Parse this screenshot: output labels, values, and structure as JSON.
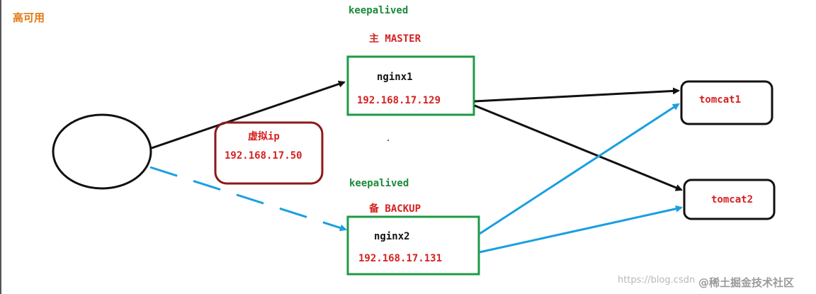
{
  "title": "高可用",
  "master": {
    "keepalived_label": "keepalived",
    "role_label": "主 MASTER",
    "name": "nginx1",
    "ip": "192.168.17.129"
  },
  "backup": {
    "keepalived_label": "keepalived",
    "role_label": "备 BACKUP",
    "name": "nginx2",
    "ip": "192.168.17.131"
  },
  "virtual_ip": {
    "label": "虚拟ip",
    "ip": "192.168.17.50"
  },
  "servers": [
    {
      "name": "tomcat1"
    },
    {
      "name": "tomcat2"
    }
  ],
  "watermark": {
    "url_text": "https://blog.csdn",
    "site_text": "@稀土掘金技术社区"
  },
  "colors": {
    "title": "#e07a10",
    "green_box": "#1f9a46",
    "red_text": "#d62020",
    "vip_border": "#8b1a1a",
    "blue_arrow": "#1a9fe0",
    "black_arrow": "#111111"
  }
}
